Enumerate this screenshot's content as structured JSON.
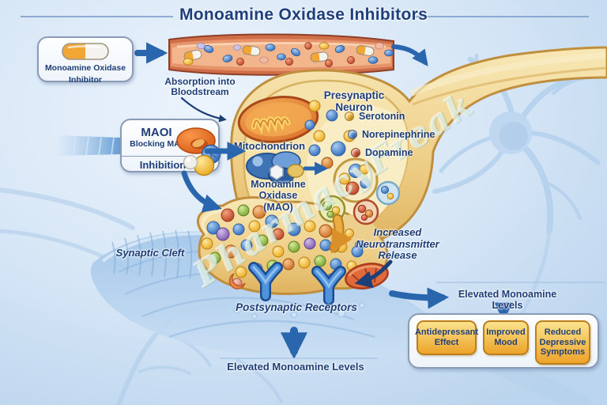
{
  "title": "Monoamine Oxidase Inhibitors",
  "watermark": "PharmacyFreak",
  "pill_box": {
    "line1": "Monoamine Oxidase",
    "line2": "Inhibitor"
  },
  "vessel_label": {
    "line1": "Absorption into",
    "line2": "Bloodstream"
  },
  "maoi_box": {
    "line1": "MAOI",
    "line2": "Blocking MAO",
    "line3": "Inhibition"
  },
  "neuron": {
    "presynaptic": "Presynaptic Neuron",
    "mitochondrion": "Mitochondrion",
    "mao": {
      "line1": "Monoamine",
      "line2": "Oxidase",
      "line3": "(MAO)"
    }
  },
  "legend": {
    "items": [
      {
        "label": "Serotonin",
        "color": "#f0b42c"
      },
      {
        "label": "Norepinephrine",
        "color": "#4a86d0"
      },
      {
        "label": "Dopamine",
        "color": "#d05330"
      }
    ]
  },
  "synapse": {
    "cleft": "Synaptic Cleft",
    "release": {
      "line1": "Increased",
      "line2": "Neurotransmitter",
      "line3": "Release"
    },
    "receptors": "Postsynaptic Receptors"
  },
  "outcomes": {
    "elevated_right": "Elevated Monoamine Levels",
    "elevated_bottom": "Elevated Monoamine Levels",
    "boxes": [
      {
        "label": "Antidepressant Effect"
      },
      {
        "label": "Improved Mood"
      },
      {
        "label": "Reduced Depressive Symptoms"
      }
    ]
  },
  "icons": {
    "pill": "capsule-icon",
    "maoi_molecule": "maoi-molecule-icon",
    "blood_vessel": "blood-vessel-icon",
    "mitochondrion": "mitochondrion-icon",
    "mao_enzyme": "mao-enzyme-icon",
    "receptor": "receptor-y-icon"
  },
  "colors": {
    "arrow_blue": "#2a66ad",
    "label_text": "#1f3e76",
    "neuron_gold": "#eec779",
    "outcome_gold": "#f0b23a",
    "vessel_wall": "#cf6f4a",
    "background_blue": "#cfe2f4"
  }
}
